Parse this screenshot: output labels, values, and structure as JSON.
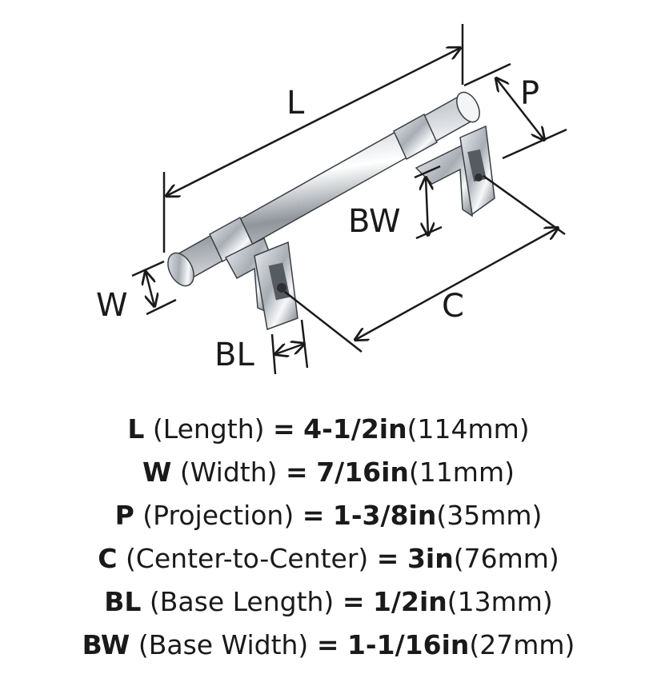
{
  "diagram": {
    "labels": {
      "L": "L",
      "P": "P",
      "BW": "BW",
      "W": "W",
      "C": "C",
      "BL": "BL"
    }
  },
  "specs": [
    {
      "abbr": "L",
      "name": "(Length)",
      "eq": "=",
      "imperial": "4-1/2in",
      "metric": "(114mm)"
    },
    {
      "abbr": "W",
      "name": "(Width)",
      "eq": "=",
      "imperial": "7/16in",
      "metric": "(11mm)"
    },
    {
      "abbr": "P",
      "name": "(Projection)",
      "eq": "=",
      "imperial": "1-3/8in",
      "metric": "(35mm)"
    },
    {
      "abbr": "C",
      "name": "(Center-to-Center)",
      "eq": "=",
      "imperial": "3in",
      "metric": "(76mm)"
    },
    {
      "abbr": "BL",
      "name": "(Base Length)",
      "eq": "=",
      "imperial": "1/2in",
      "metric": "(13mm)"
    },
    {
      "abbr": "BW",
      "name": "(Base Width)",
      "eq": "=",
      "imperial": "1-1/16in",
      "metric": "(27mm)"
    }
  ]
}
